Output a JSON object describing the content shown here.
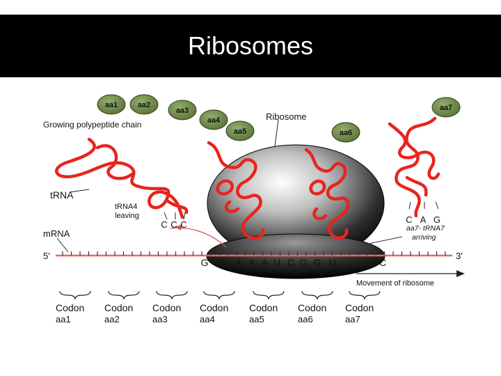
{
  "slide": {
    "title": "Ribosomes"
  },
  "labels": {
    "growing_chain": "Growing polypeptide chain",
    "ribosome": "Ribosome",
    "trna": "tRNA",
    "trna4_leaving_1": "tRNA4",
    "trna4_leaving_2": "leaving",
    "mrna": "mRNA",
    "five_prime": "5'",
    "three_prime": "3'",
    "arriving_1": "aa7- tRNA7",
    "arriving_2": "arriving",
    "movement": "Movement of ribosome"
  },
  "amino_acids": [
    "aa1",
    "aa2",
    "aa3",
    "aa4",
    "aa5",
    "aa6",
    "aa7"
  ],
  "anticodon_left": [
    "C",
    "C",
    "C"
  ],
  "anticodon_right": [
    "C",
    "A",
    "G"
  ],
  "mrna_sequence": [
    "G",
    "G",
    "A",
    "A",
    "A",
    "U",
    "C",
    "G",
    "G",
    "U",
    "C"
  ],
  "codons": [
    {
      "label": "Codon",
      "aa": "aa1"
    },
    {
      "label": "Codon",
      "aa": "aa2"
    },
    {
      "label": "Codon",
      "aa": "aa3"
    },
    {
      "label": "Codon",
      "aa": "aa4"
    },
    {
      "label": "Codon",
      "aa": "aa5"
    },
    {
      "label": "Codon",
      "aa": "aa6"
    },
    {
      "label": "Codon",
      "aa": "aa7"
    }
  ],
  "colors": {
    "amino_acid": "#6f8a4a",
    "rna": "#e8241c",
    "title_bar": "#000000"
  }
}
